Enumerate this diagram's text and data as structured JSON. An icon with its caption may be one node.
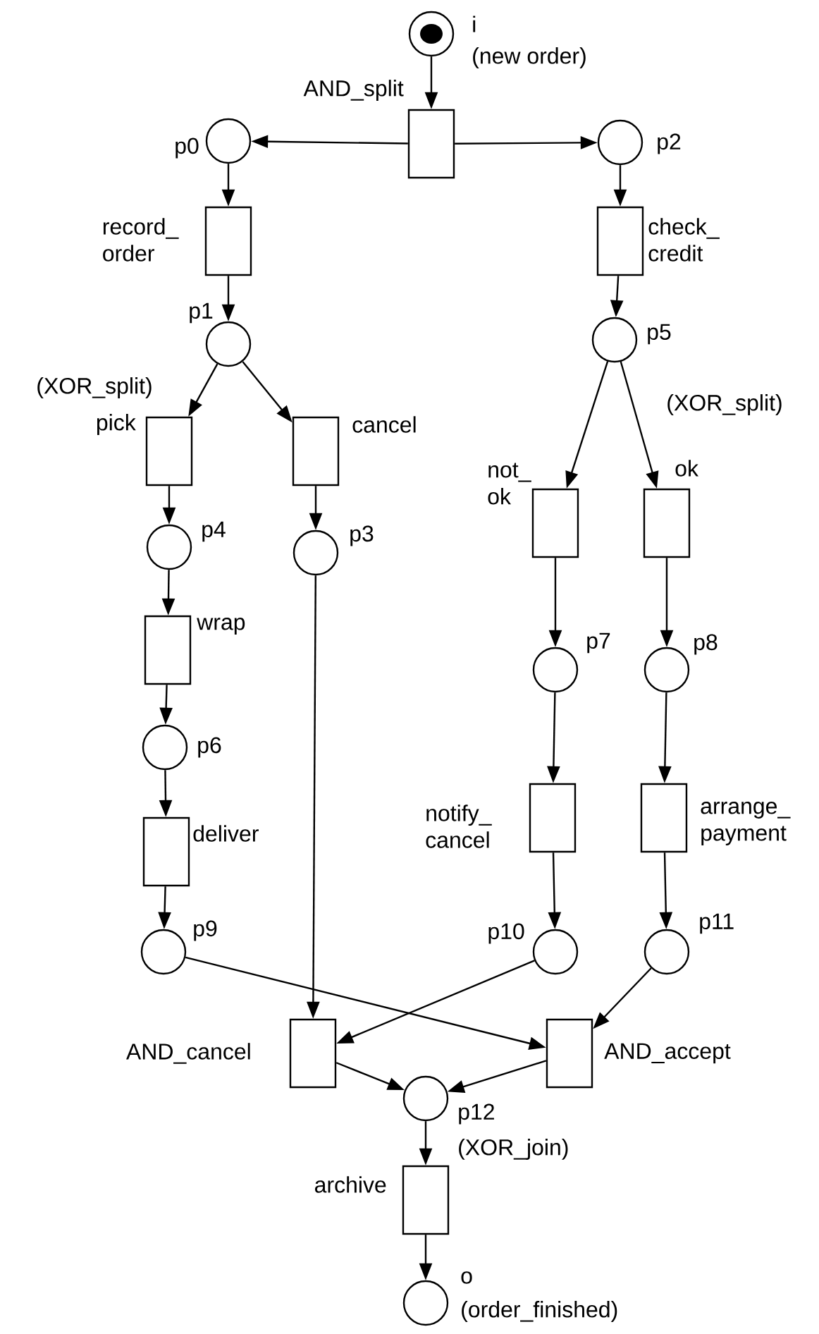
{
  "diagram": {
    "nodes": [
      {
        "text": [
          "i",
          "(new order)"
        ]
      },
      {
        "text": [
          "AND_split"
        ]
      },
      {
        "text": [
          "p0"
        ]
      },
      {
        "text": [
          "p2"
        ]
      },
      {
        "text": [
          "record_ order"
        ]
      },
      {
        "text": [
          "check_ credit"
        ]
      },
      {
        "text": [
          "p1"
        ]
      },
      {
        "text": [
          "p5"
        ]
      },
      {
        "text": [
          "pick"
        ]
      },
      {
        "text": [
          "cancel"
        ]
      },
      {
        "text": [
          "not_ ok"
        ]
      },
      {
        "text": [
          "ok"
        ]
      },
      {
        "text": [
          "p4"
        ]
      },
      {
        "text": [
          "p3"
        ]
      },
      {
        "text": [
          "wrap"
        ]
      },
      {
        "text": [
          "p7"
        ]
      },
      {
        "text": [
          "p8"
        ]
      },
      {
        "text": [
          "p6"
        ]
      },
      {
        "text": [
          "deliver"
        ]
      },
      {
        "text": [
          "notify_ cancel"
        ]
      },
      {
        "text": [
          "arrange_ payment"
        ]
      },
      {
        "text": [
          "p9"
        ]
      },
      {
        "text": [
          "p10"
        ]
      },
      {
        "text": [
          "p11"
        ]
      },
      {
        "text": [
          "AND_cancel"
        ]
      },
      {
        "text": [
          "AND_accept"
        ]
      },
      {
        "text": [
          "p12",
          "(XOR_join)"
        ]
      },
      {
        "text": [
          "archive"
        ]
      },
      {
        "text": [
          "o",
          "(order_finished)"
        ]
      }
    ],
    "edges": [
      {
        "from": 0,
        "to": 1,
        "arrow": "to"
      },
      {
        "from": 1,
        "to": 2,
        "arrow": "to"
      },
      {
        "from": 1,
        "to": 3,
        "arrow": "to"
      },
      {
        "from": 2,
        "to": 4,
        "arrow": "to"
      },
      {
        "from": 4,
        "to": 6,
        "arrow": "to"
      },
      {
        "from": 3,
        "to": 5,
        "arrow": "to"
      },
      {
        "from": 5,
        "to": 7,
        "arrow": "to"
      },
      {
        "from": 6,
        "to": 8,
        "arrow": "to"
      },
      {
        "from": 6,
        "to": 9,
        "arrow": "to"
      },
      {
        "from": 7,
        "to": 10,
        "arrow": "to"
      },
      {
        "from": 7,
        "to": 11,
        "arrow": "to"
      },
      {
        "from": 8,
        "to": 12,
        "arrow": "to"
      },
      {
        "from": 9,
        "to": 13,
        "arrow": "to"
      },
      {
        "from": 12,
        "to": 14,
        "arrow": "to"
      },
      {
        "from": 10,
        "to": 15,
        "arrow": "to"
      },
      {
        "from": 11,
        "to": 16,
        "arrow": "to"
      },
      {
        "from": 14,
        "to": 17,
        "arrow": "to"
      },
      {
        "from": 17,
        "to": 18,
        "arrow": "to"
      },
      {
        "from": 15,
        "to": 19,
        "arrow": "to"
      },
      {
        "from": 16,
        "to": 20,
        "arrow": "to"
      },
      {
        "from": 18,
        "to": 21,
        "arrow": "to"
      },
      {
        "from": 19,
        "to": 22,
        "arrow": "to"
      },
      {
        "from": 20,
        "to": 23,
        "arrow": "to"
      },
      {
        "from": 13,
        "to": 24,
        "arrow": "to"
      },
      {
        "from": 22,
        "to": 24,
        "arrow": "to"
      },
      {
        "from": 21,
        "to": 25,
        "arrow": "to"
      },
      {
        "from": 23,
        "to": 25,
        "arrow": "to"
      },
      {
        "from": 24,
        "to": 26,
        "arrow": "to"
      },
      {
        "from": 25,
        "to": 26,
        "arrow": "to"
      },
      {
        "from": 26,
        "to": 27,
        "arrow": "to"
      },
      {
        "from": 27,
        "to": 28,
        "arrow": "to"
      }
    ],
    "labels": [
      "(XOR_split)",
      "(XOR_split)"
    ]
  }
}
